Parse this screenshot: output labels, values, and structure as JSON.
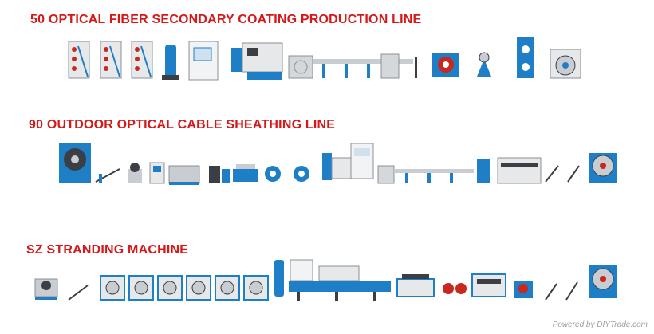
{
  "titles": {
    "line1": "50 OPTICAL FIBER SECONDARY COATING PRODUCTION LINE",
    "line2": "90 OUTDOOR OPTICAL CABLE SHEATHING LINE",
    "line3": "SZ STRANDING MACHINE"
  },
  "watermark": "Powered by DIYTrade.com",
  "colors": {
    "title": "#d81818",
    "machine_blue": "#1e7fc6",
    "machine_grey": "#c9cdd2",
    "panel_grey": "#e6e8ea",
    "accent_red": "#c8281e",
    "dark": "#3a3f45"
  }
}
